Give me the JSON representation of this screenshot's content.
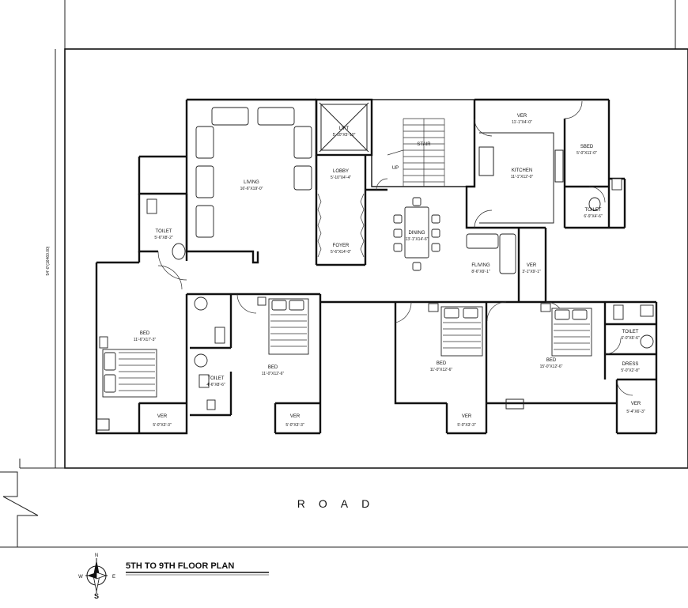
{
  "plan_title": "5TH TO 9TH FLOOR PLAN",
  "road_label": "ROAD",
  "side_dimension": "54'-0\"(16460.00)",
  "compass": {
    "n": "N",
    "s": "S",
    "e": "E",
    "w": "W"
  },
  "rooms": {
    "living": {
      "name": "LIVING",
      "dim": "16'-6\"X19'-0\""
    },
    "lift": {
      "name": "LIFT",
      "dim": "5'-10\"X5'-10\""
    },
    "stair": {
      "name": "STAIR",
      "dim": ""
    },
    "lobby": {
      "name": "LOBBY",
      "dim": "5'-10\"X4'-4\""
    },
    "up": {
      "name": "UP"
    },
    "foyer": {
      "name": "FOYER",
      "dim": "5'-6\"X14'-0\""
    },
    "dining": {
      "name": "DINING",
      "dim": "13'-1\"X14'-6\""
    },
    "fliving": {
      "name": "FLIVING",
      "dim": "8'-6\"X9'-1\""
    },
    "ver_small": {
      "name": "VER",
      "dim": "3'-1\"X9'-1\""
    },
    "kitchen": {
      "name": "KITCHEN",
      "dim": "11'-1\"X12'-0\""
    },
    "ver_kitchen": {
      "name": "VER",
      "dim": "11'-1\"X4'-0\""
    },
    "sbed": {
      "name": "SBED",
      "dim": "5'-0\"X11'-0\""
    },
    "toilet_sbed": {
      "name": "TOILET",
      "dim": "6'-9\"X4'-6\""
    },
    "toilet_left": {
      "name": "TOILET",
      "dim": "5'-6\"X8'-2\""
    },
    "bed1": {
      "name": "BED",
      "dim": "11'-6\"X17'-3\""
    },
    "bed2": {
      "name": "BED",
      "dim": "11'-0\"X12'-6\""
    },
    "toilet_mid": {
      "name": "TOILET",
      "dim": "4'-6\"X8'-6\""
    },
    "bed3": {
      "name": "BED",
      "dim": "11'-0\"X12'-6\""
    },
    "bed4": {
      "name": "BED",
      "dim": "15'-0\"X12'-6\""
    },
    "toilet_right": {
      "name": "TOILET",
      "dim": "6'-0\"X6'-6\""
    },
    "dress": {
      "name": "DRESS",
      "dim": "5'-0\"X2'-8\""
    },
    "ver1": {
      "name": "VER",
      "dim": "5'-0\"X3'-3\""
    },
    "ver2": {
      "name": "VER",
      "dim": "5'-0\"X3'-3\""
    },
    "ver3": {
      "name": "VER",
      "dim": "5'-0\"X3'-3\""
    },
    "ver4": {
      "name": "VER",
      "dim": "5'-4\"X6'-3\""
    }
  }
}
